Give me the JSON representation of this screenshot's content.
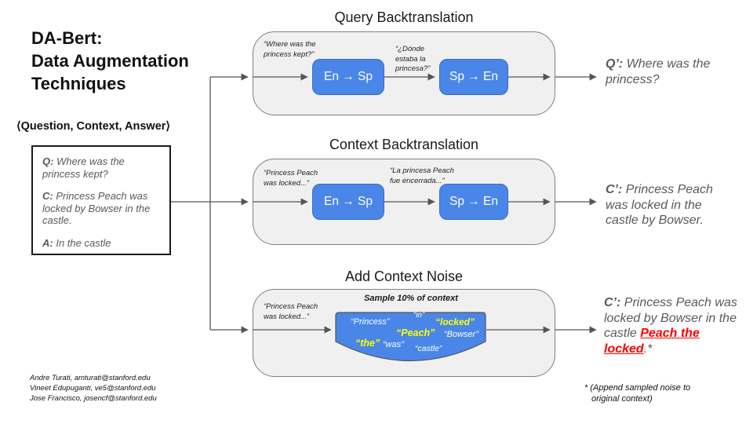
{
  "slide": {
    "title_lines": [
      "DA-Bert:",
      "Data Augmentation",
      "Techniques"
    ],
    "tuple_label": "⟨Question, Context, Answer⟩"
  },
  "input_box": {
    "q_prefix": "Q:",
    "q_text": "Where was the princess kept?",
    "c_prefix": "C:",
    "c_text": "Princess Peach was locked by Bowser in the castle.",
    "a_prefix": "A:",
    "a_text": "In the castle"
  },
  "sections": {
    "query": {
      "title": "Query Backtranslation",
      "input_label": "“Where was the princess kept?”",
      "mid_label": "“¿Dónde estaba la princesa?”",
      "block1": "En → Sp",
      "block2": "Sp → En",
      "output_prefix": "Q’:",
      "output_text": "Where was the princess?"
    },
    "context": {
      "title": "Context Backtranslation",
      "input_label": "“Princess Peach was locked...”",
      "mid_label": "“La princesa Peach  fue encerrada...”",
      "block1": "En → Sp",
      "block2": "Sp → En",
      "output_prefix": "C’:",
      "output_text": "Princess Peach was locked in the castle by Bowser."
    },
    "noise": {
      "title": "Add Context Noise",
      "input_label": "“Princess Peach was locked...”",
      "sample_label": "Sample 10% of context",
      "words": [
        {
          "text": "“Princess”",
          "highlight": false
        },
        {
          "text": "“in”",
          "highlight": false
        },
        {
          "text": "“locked”",
          "highlight": true
        },
        {
          "text": "“Peach”",
          "highlight": true
        },
        {
          "text": "“Bowser”",
          "highlight": false
        },
        {
          "text": "“the”",
          "highlight": true
        },
        {
          "text": "“was”",
          "highlight": false
        },
        {
          "text": "“castle”",
          "highlight": false
        }
      ],
      "output_prefix": "C’:",
      "output_text_before": "Princess Peach was locked by Bowser in the castle ",
      "output_red": "Peach the locked",
      "output_after": ".*"
    }
  },
  "footer": {
    "authors": [
      "Andre Turati, amturati@stanford.edu",
      "Vineet Edupuganti, ve5@stanford.edu",
      "Jose Francisco, josencf@stanford.edu"
    ],
    "footnote_line1": "* (Append sampled noise to",
    "footnote_line2": "original context)"
  },
  "colors": {
    "block_blue": "#4a86e8",
    "gray_box_fill": "#f0f0f0",
    "highlight_yellow": "#ffff00",
    "noise_red": "#ff0000",
    "output_gray": "#595959"
  }
}
